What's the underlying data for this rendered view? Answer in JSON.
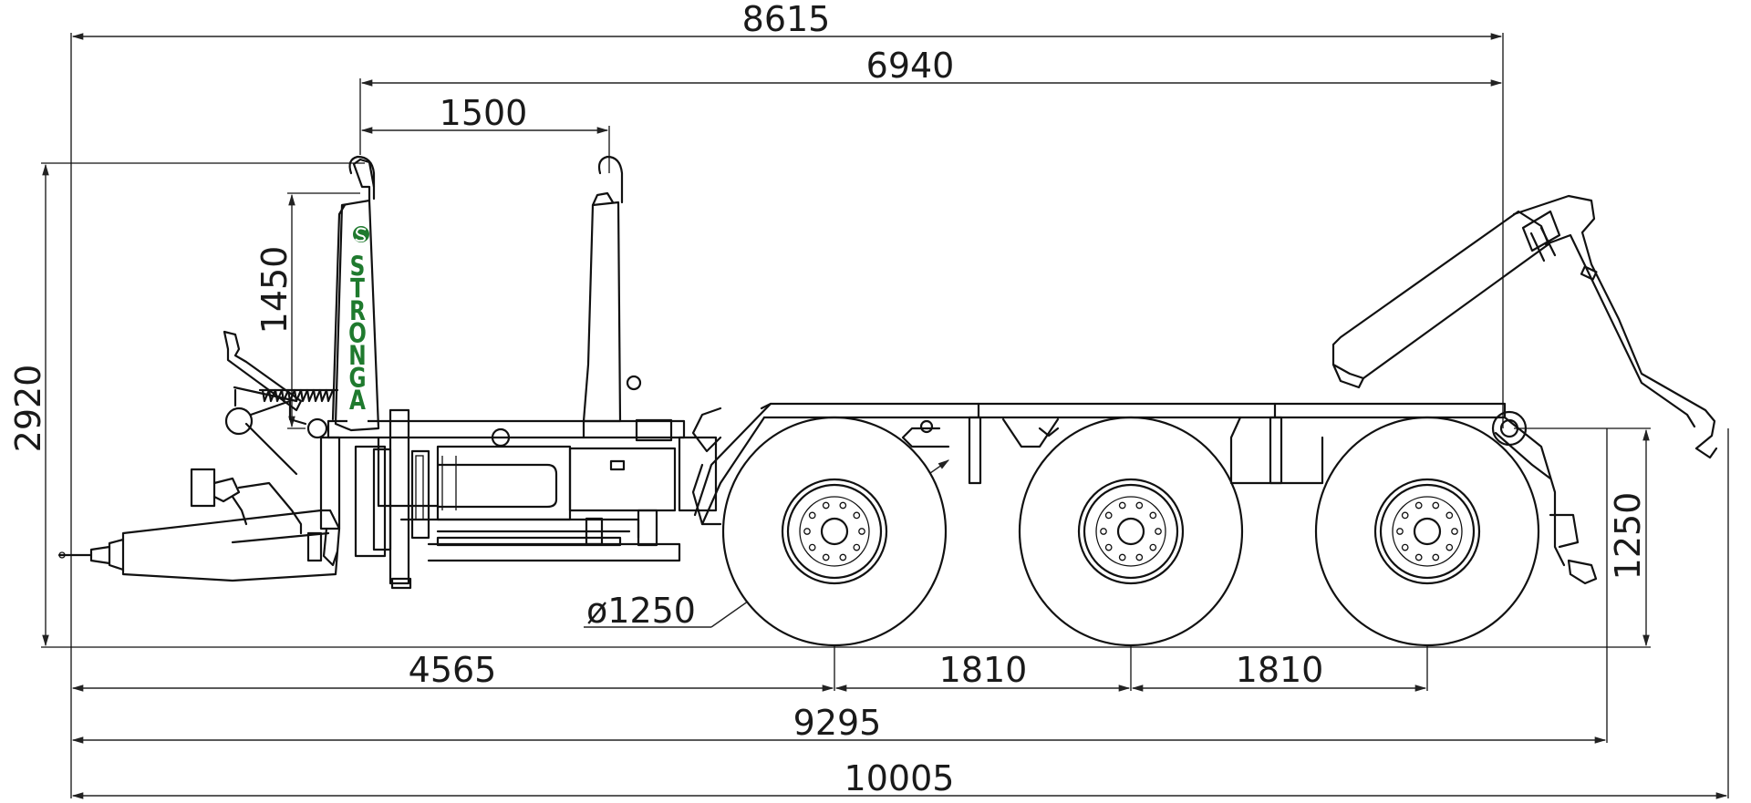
{
  "drawing": {
    "dimensions": {
      "overall_length": "10005",
      "wheel_base": "9295",
      "front_overhang": "4565",
      "axle_spacing_1": "1810",
      "axle_spacing_2": "1810",
      "hook_to_rear": "8615",
      "hook_reach": "6940",
      "hook_spacing": "1500",
      "hook_height": "1450",
      "total_height": "2920",
      "frame_height": "1250",
      "wheel_diameter": "ø1250"
    },
    "brand": {
      "name": "STRONGA",
      "logo_icon": "stronga-s-logo",
      "color": "#1f7a2e"
    }
  }
}
